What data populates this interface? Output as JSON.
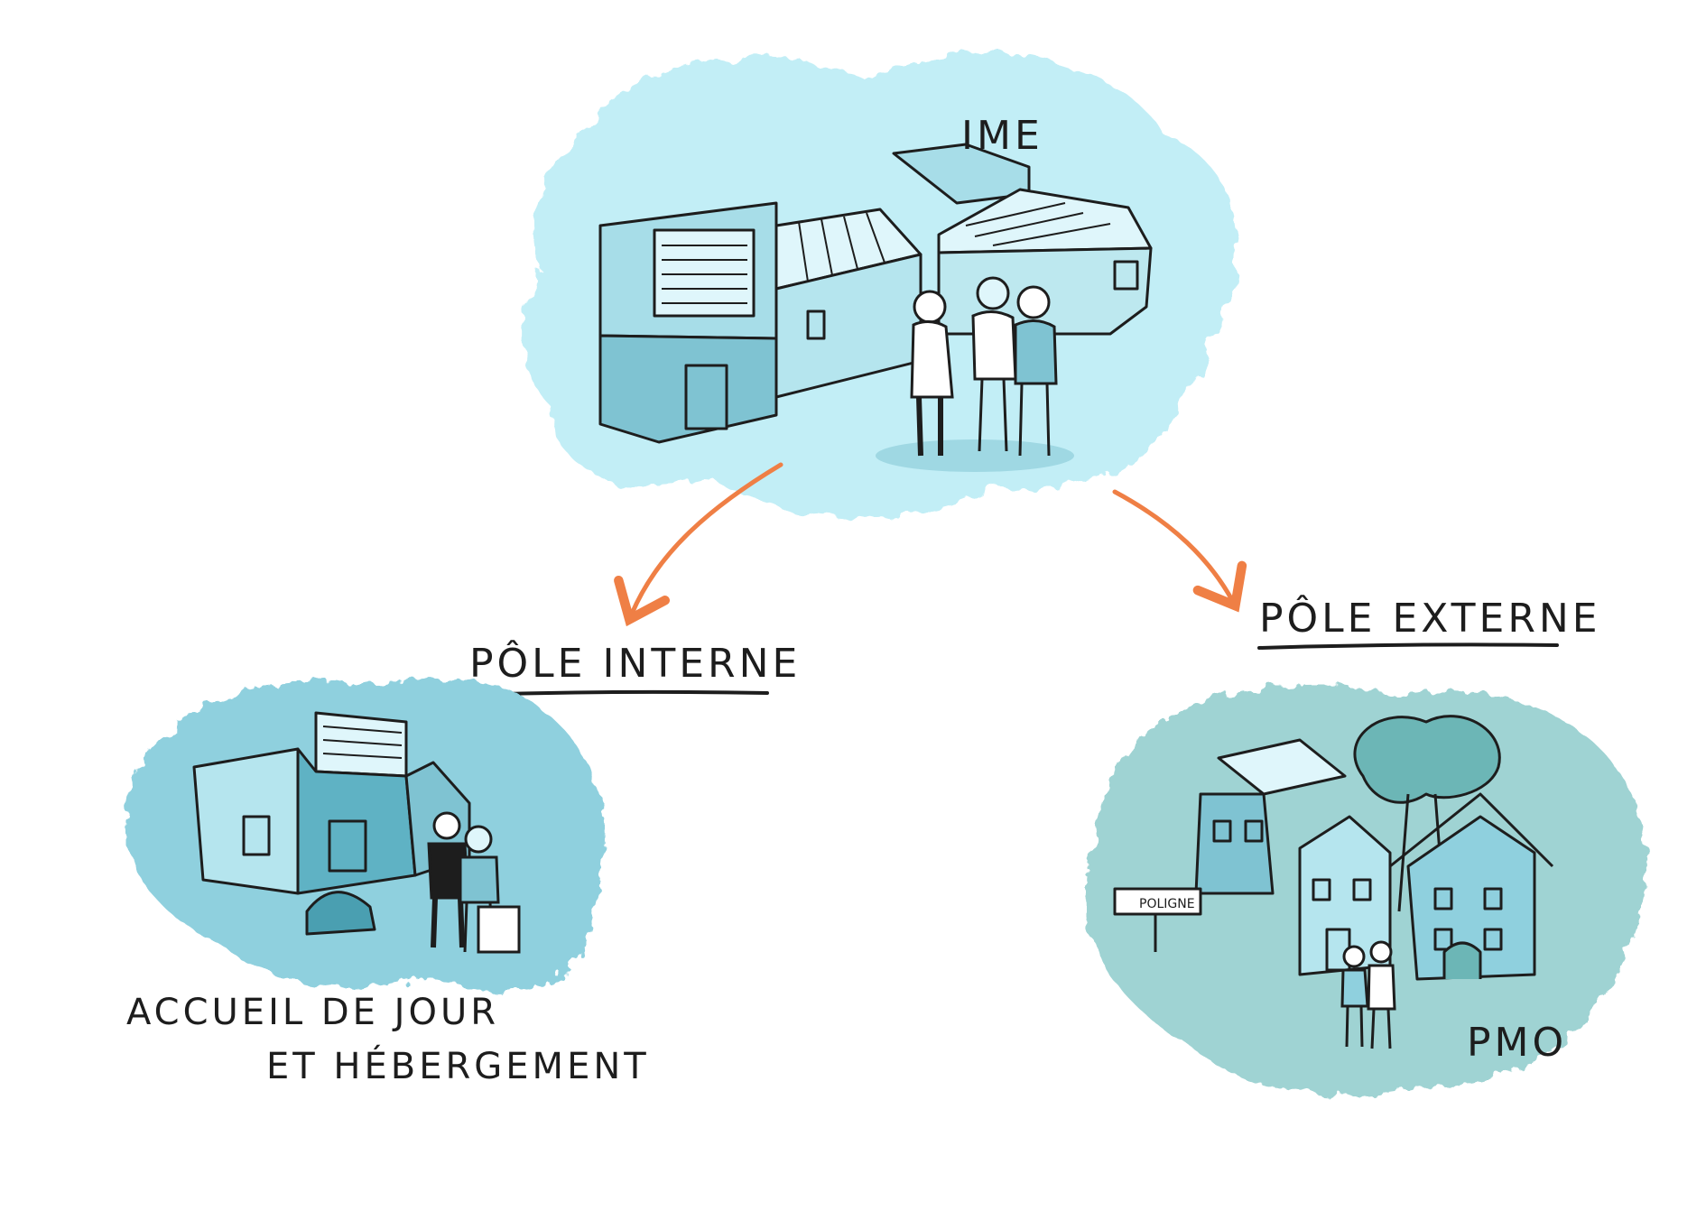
{
  "nodes": {
    "ime": {
      "label": "IME"
    },
    "pole_interne": {
      "title": "PÔLE INTERNE",
      "caption_line1": "ACCUEIL DE JOUR",
      "caption_line2": "ET HÉBERGEMENT"
    },
    "pole_externe": {
      "title": "PÔLE EXTERNE",
      "caption": "PMO",
      "sign_text": "POLIGNE"
    }
  },
  "colors": {
    "ime_blob": "#c2eef6",
    "interne_blob": "#8fd0de",
    "externe_blob": "#9fd3d3",
    "arrow": "#ef7f45",
    "ink": "#1d1d1d"
  },
  "icons": [
    "arrow-left",
    "arrow-right",
    "building-icon",
    "people-icon",
    "village-icon",
    "suitcase-icon"
  ]
}
